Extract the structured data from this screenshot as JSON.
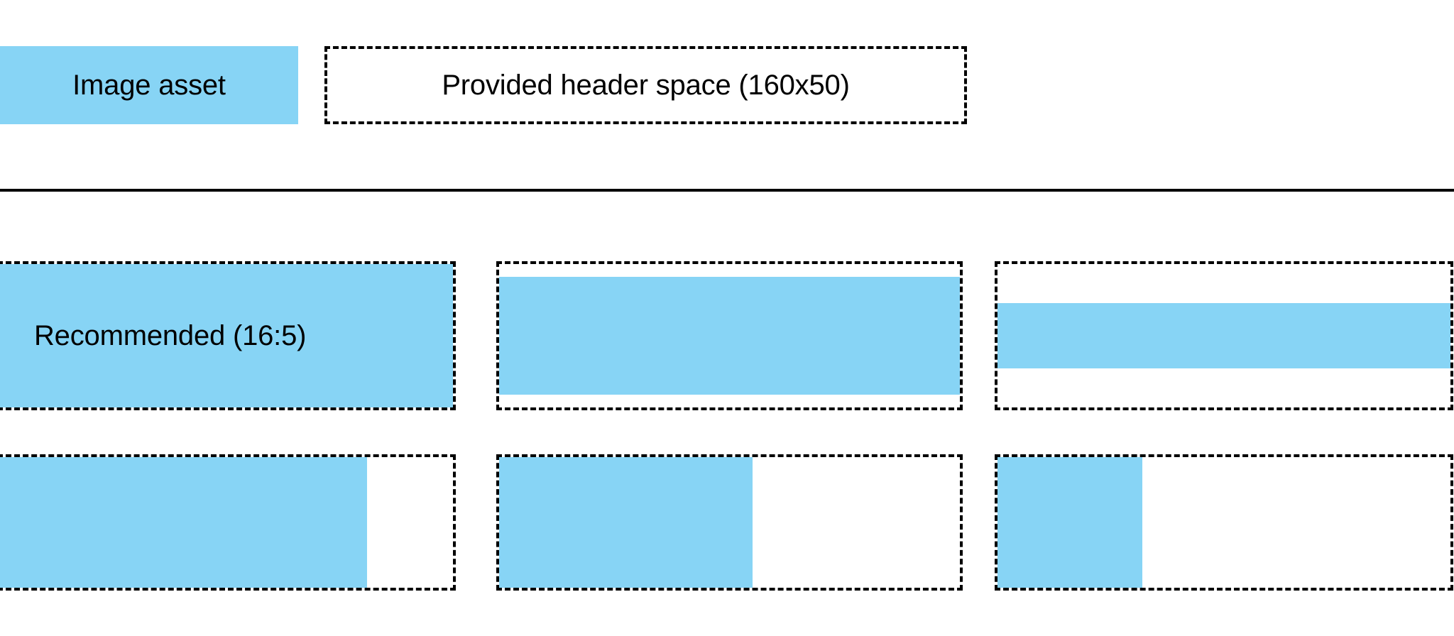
{
  "page": {
    "background": "#ffffff",
    "accent_blue": "#87d4f5",
    "outline_color": "#000000"
  },
  "header": {
    "swatch_label": "Image asset",
    "space_label": "Provided header space (160x50)",
    "swatch_color": "#87d4f5"
  },
  "divider": {
    "color": "#000000"
  },
  "grid": {
    "rows": [
      {
        "name": "aspect-ratio-row",
        "cards": [
          {
            "label": "Recommended (16:5)",
            "fill_left_pct": 0,
            "fill_top_pct": 0,
            "fill_width_pct": 100,
            "fill_height_pct": 100
          },
          {
            "label": "",
            "fill_left_pct": 0,
            "fill_top_pct": 9,
            "fill_width_pct": 100,
            "fill_height_pct": 82
          },
          {
            "label": "",
            "fill_left_pct": 0,
            "fill_top_pct": 27,
            "fill_width_pct": 100,
            "fill_height_pct": 46
          }
        ]
      },
      {
        "name": "width-fill-row",
        "cards": [
          {
            "label": "",
            "fill_left_pct": 0,
            "fill_top_pct": 0,
            "fill_width_pct": 81,
            "fill_height_pct": 100
          },
          {
            "label": "",
            "fill_left_pct": 0,
            "fill_top_pct": 0,
            "fill_width_pct": 55,
            "fill_height_pct": 100
          },
          {
            "label": "",
            "fill_left_pct": 0,
            "fill_top_pct": 0,
            "fill_width_pct": 32,
            "fill_height_pct": 100
          }
        ]
      }
    ]
  }
}
